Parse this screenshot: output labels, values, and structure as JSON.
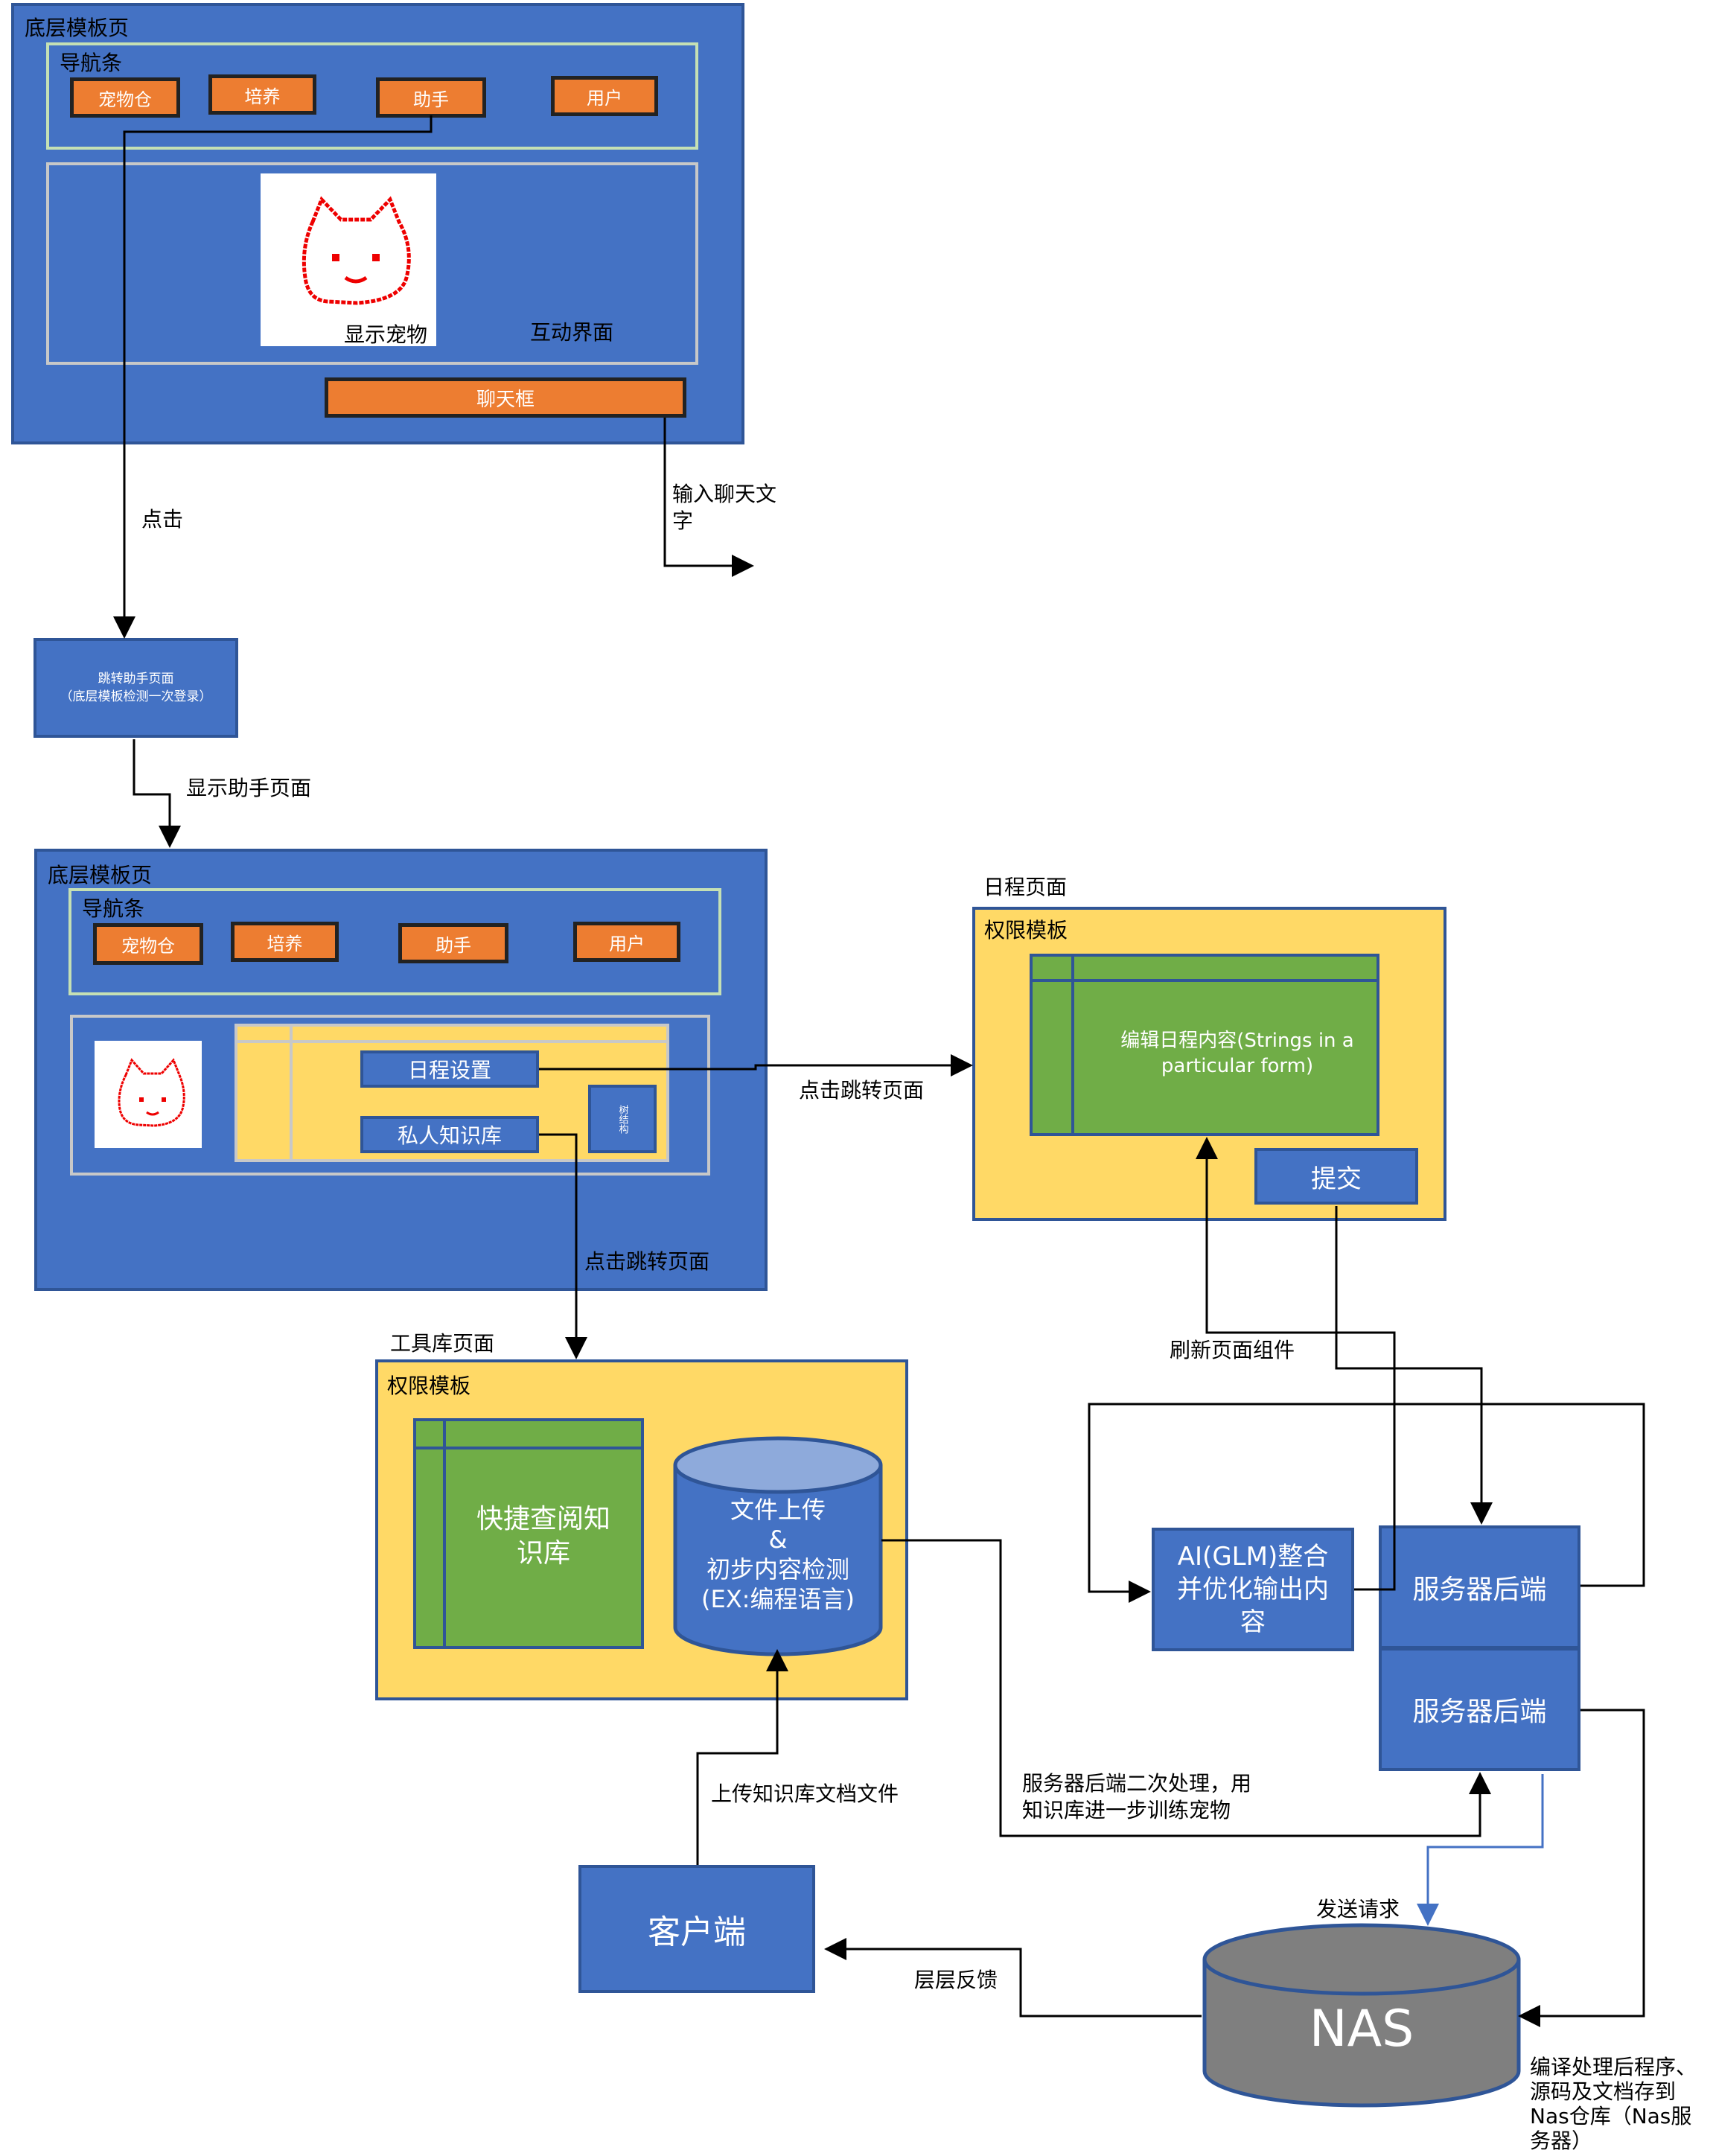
{
  "page1": {
    "title": "底层模板页",
    "nav_title": "导航条",
    "nav_buttons": [
      "宠物仓",
      "培养",
      "助手",
      "用户"
    ],
    "show_pet": "显示宠物",
    "interact": "互动界面",
    "chatbox": "聊天框"
  },
  "edge_labels": {
    "click": "点击",
    "input_chat": "输入聊天文字",
    "show_assistant": "显示助手页面",
    "click_jump_1": "点击跳转页面",
    "click_jump_2": "点击跳转页面",
    "refresh": "刷新页面组件",
    "upload": "上传知识库文档文件",
    "server_second": "服务器后端二次处理，用知识库进一步训练宠物",
    "send_request": "发送请求",
    "feedback": "层层反馈",
    "compile": "编译处理后程序、源码及文档存到Nas仓库（Nas服务器）"
  },
  "jump_box": {
    "line1": "跳转助手页面",
    "line2": "（底层模板检测一次登录）"
  },
  "page2": {
    "title": "底层模板页",
    "nav_title": "导航条",
    "nav_buttons": [
      "宠物仓",
      "培养",
      "助手",
      "用户"
    ],
    "schedule_btn": "日程设置",
    "knowledge_btn": "私人知识库",
    "tree": "树结构"
  },
  "schedule_page": {
    "title": "日程页面",
    "template": "权限模板",
    "edit": "编辑日程内容(Strings in a particular form)",
    "submit": "提交"
  },
  "tool_page": {
    "title": "工具库页面",
    "template": "权限模板",
    "quick": "快捷查阅知识库",
    "upload_cyl_l1": "文件上传",
    "upload_cyl_l2": "&",
    "upload_cyl_l3": "初步内容检测",
    "upload_cyl_l4": "(EX:编程语言)"
  },
  "backend": {
    "ai": "AI(GLM)整合并优化输出内容",
    "server1": "服务器后端",
    "server2": "服务器后端",
    "client": "客户端",
    "nas": "NAS"
  },
  "colors": {
    "blue": "#4472c4",
    "orange": "#ed7d31",
    "yellow": "#ffd966",
    "green": "#70ad47",
    "gray_db": "#7f7f7f"
  }
}
